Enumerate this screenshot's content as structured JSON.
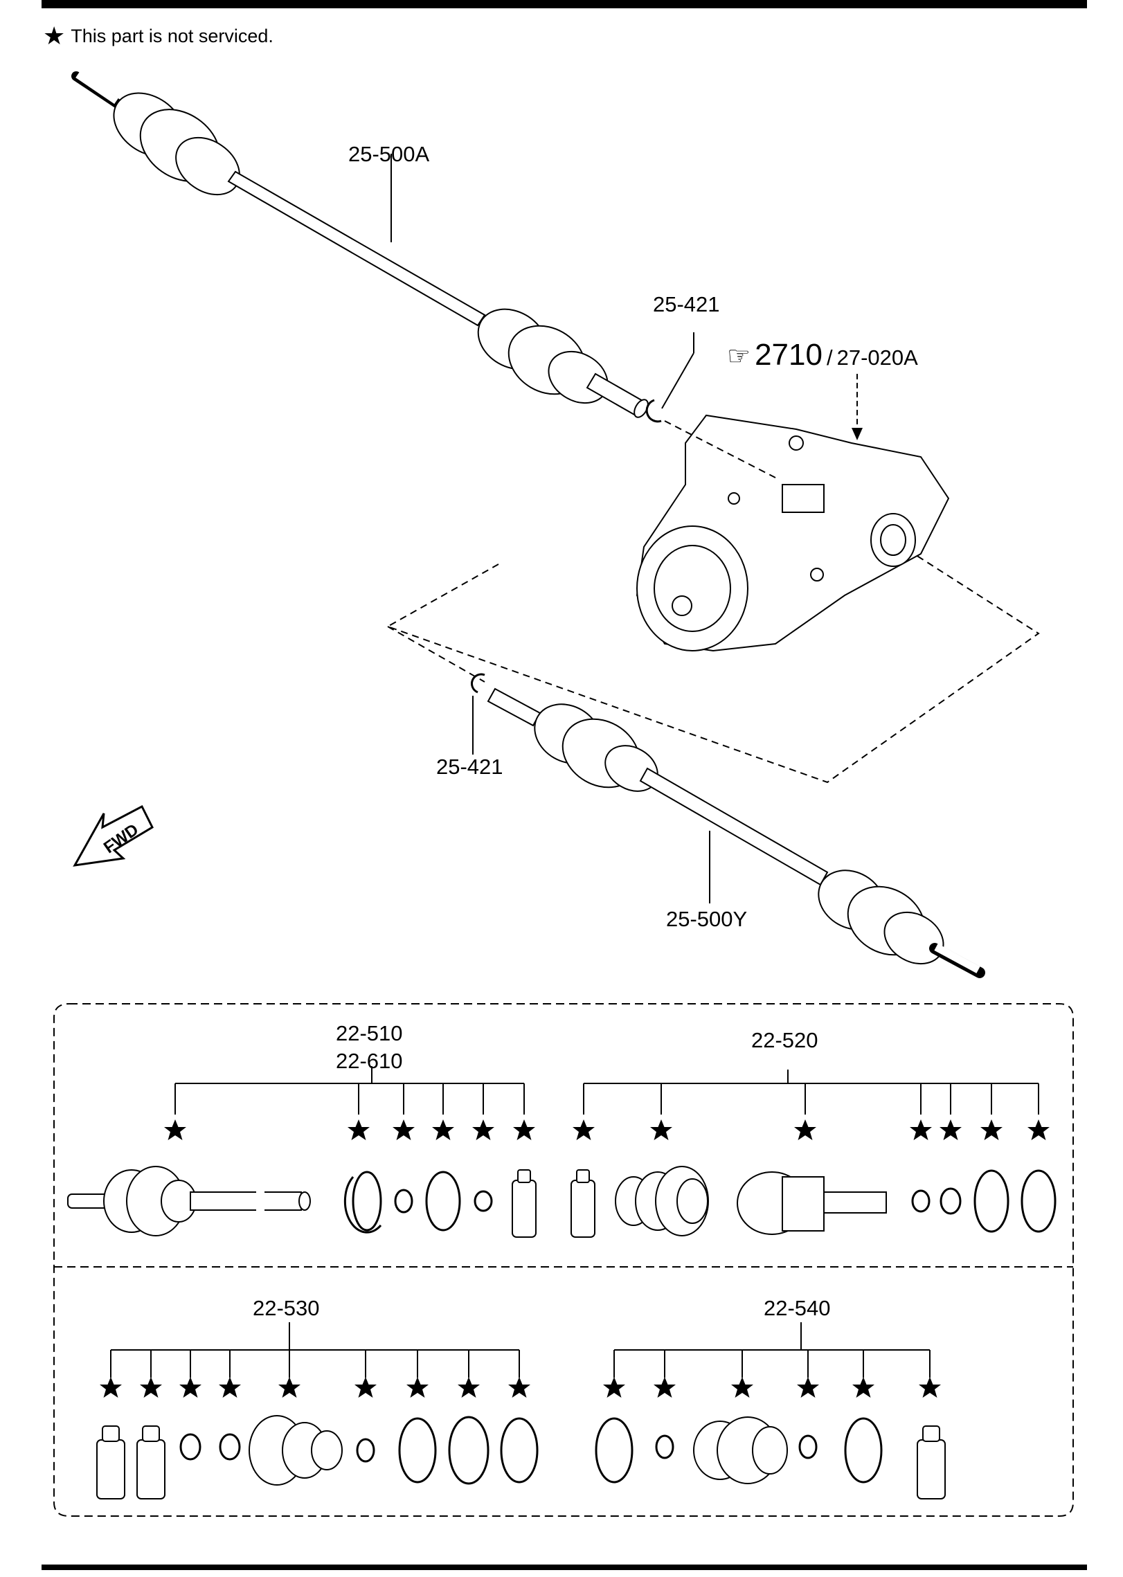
{
  "note": {
    "star": "★",
    "text": "This part is not serviced."
  },
  "labels": {
    "shaft_a": "25-500A",
    "clip_top": "25-421",
    "ref_num": "2710",
    "ref_sep": "/",
    "ref_sub": "27-020A",
    "clip_bottom": "25-421",
    "shaft_y": "25-500Y",
    "fwd": "FWD"
  },
  "kits": {
    "k510": "22-510",
    "k610": "22-610",
    "k520": "22-520",
    "k530": "22-530",
    "k540": "22-540"
  },
  "icons": [
    "star-icon",
    "pointing-hand-icon",
    "fwd-arrow-icon"
  ]
}
